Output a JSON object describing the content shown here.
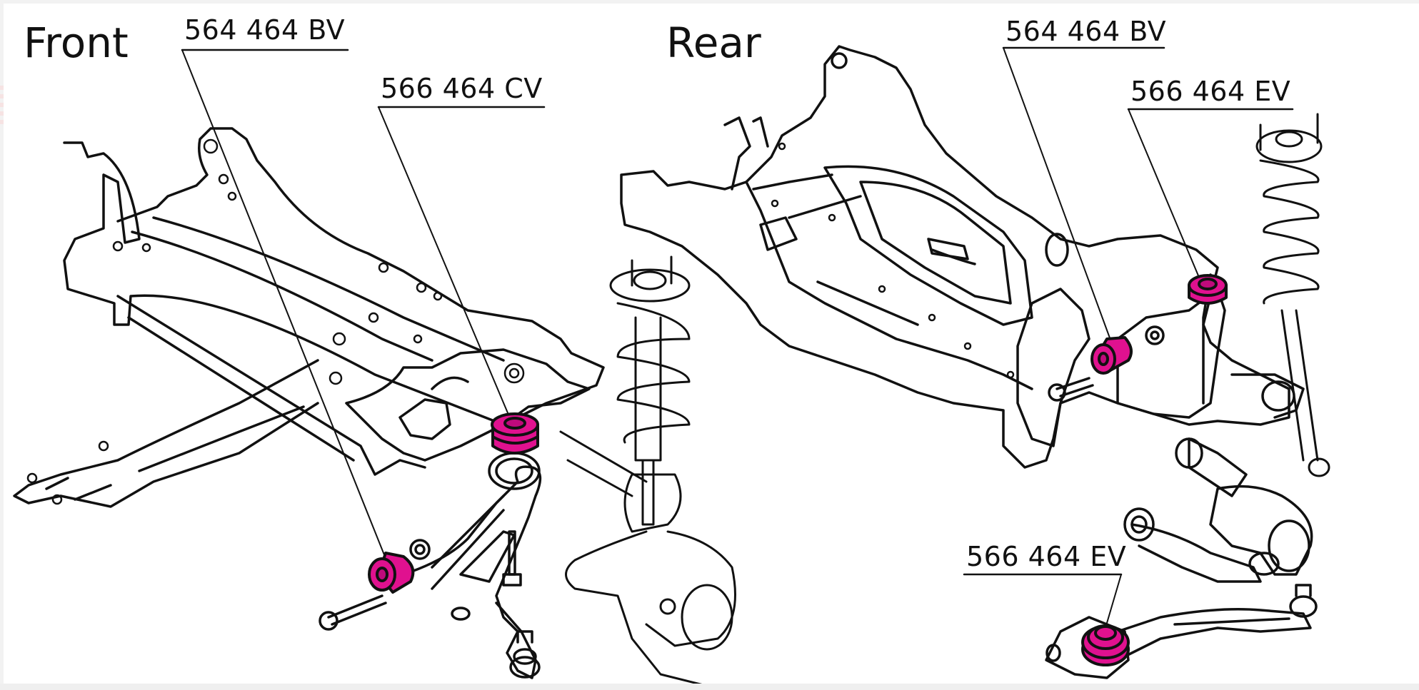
{
  "sections": {
    "front": {
      "title": "Front"
    },
    "rear": {
      "title": "Rear"
    }
  },
  "callouts": {
    "front_bv": "564 464 BV",
    "front_cv": "566 464 CV",
    "rear_bv": "564 464 BV",
    "rear_ev_top": "566 464 EV",
    "rear_ev_bottom": "566 464 EV"
  },
  "colors": {
    "bushing": "#e0118f",
    "bushing_dark": "#b00070",
    "line": "#111111",
    "background": "#ffffff"
  }
}
